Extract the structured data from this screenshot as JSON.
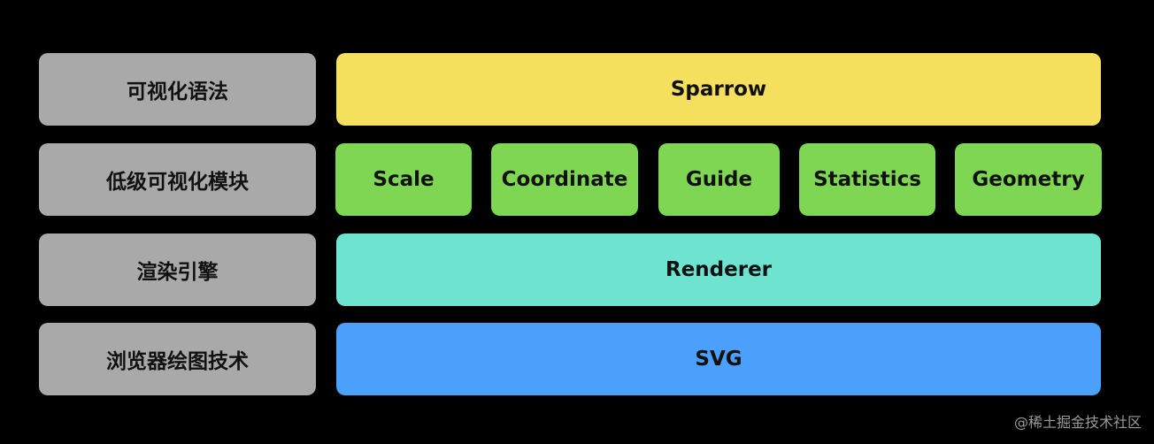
{
  "layers": [
    {
      "label": "可视化语法"
    },
    {
      "label": "低级可视化模块"
    },
    {
      "label": "渲染引擎"
    },
    {
      "label": "浏览器绘图技术"
    }
  ],
  "grammar": {
    "name": "Sparrow",
    "color": "#f5e05d"
  },
  "modules": {
    "color": "#7fd653",
    "items": [
      "Scale",
      "Coordinate",
      "Guide",
      "Statistics",
      "Geometry"
    ]
  },
  "renderer": {
    "name": "Renderer",
    "color": "#6de3d0"
  },
  "tech": {
    "name": "SVG",
    "color": "#4aa0fa"
  },
  "watermark": "@稀土掘金技术社区"
}
